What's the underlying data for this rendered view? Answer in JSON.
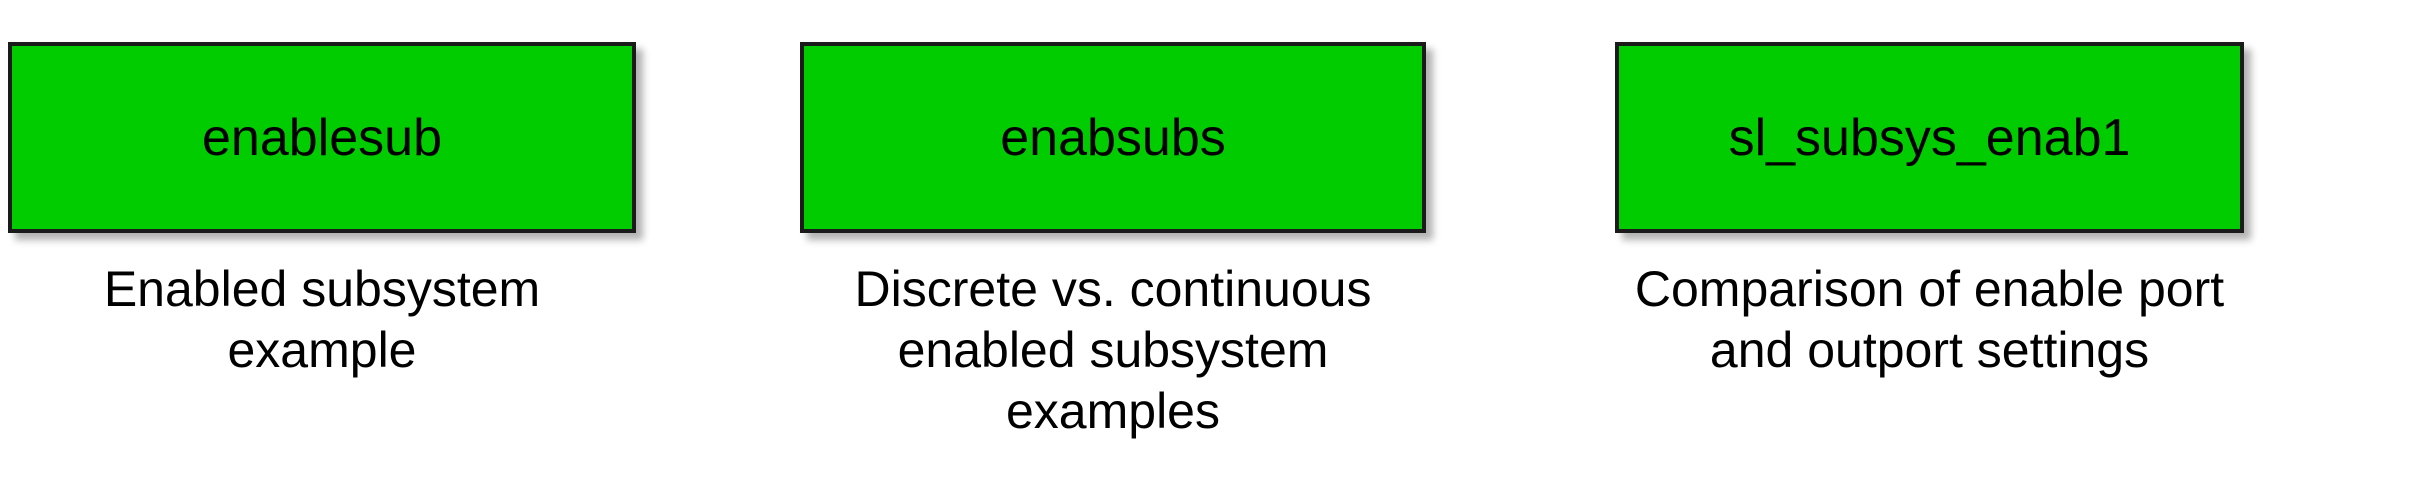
{
  "page": {
    "background_color": "#ffffff",
    "block_fill_color": "#00cc00",
    "block_border_color": "#1a1a1a",
    "text_color": "#000000"
  },
  "models": [
    {
      "block_label": "enablesub",
      "caption_lines": [
        "Enabled subsystem",
        "example"
      ]
    },
    {
      "block_label": "enabsubs",
      "caption_lines": [
        "Discrete vs. continuous",
        "enabled subsystem",
        "examples"
      ]
    },
    {
      "block_label": "sl_subsys_enab1",
      "caption_lines": [
        "Comparison of enable port",
        "and outport settings"
      ]
    }
  ]
}
